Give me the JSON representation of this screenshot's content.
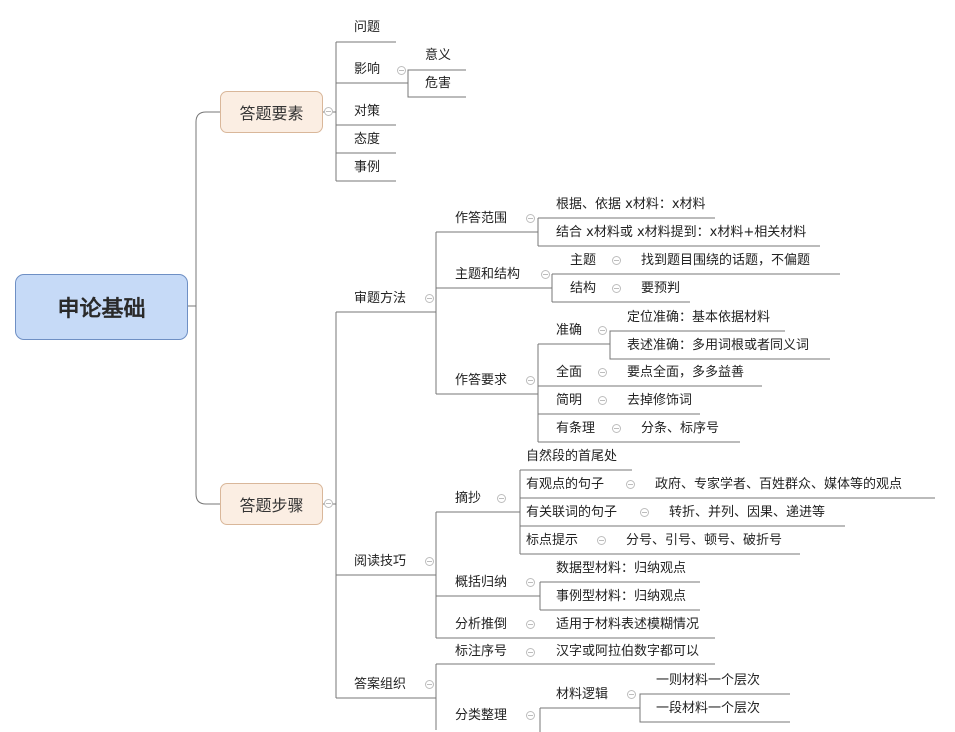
{
  "root": "申论基础",
  "answer_elements": {
    "title": "答题要素",
    "items": [
      "问题",
      "影响",
      "意义",
      "危害",
      "对策",
      "态度",
      "事例"
    ]
  },
  "answer_steps": {
    "title": "答题步骤",
    "review": {
      "title": "审题方法",
      "scope": {
        "title": "作答范围",
        "items": [
          "根据、依据 x材料：x材料",
          "结合 x材料或 x材料提到：x材料+相关材料"
        ]
      },
      "theme": {
        "title": "主题和结构",
        "topic": "主题",
        "topic_desc": "找到题目围绕的话题，不偏题",
        "structure": "结构",
        "structure_desc": "要预判"
      },
      "requirements": {
        "title": "作答要求",
        "accurate": "准确",
        "accurate_1": "定位准确：基本依据材料",
        "accurate_2": "表述准确：多用词根或者同义词",
        "complete": "全面",
        "complete_desc": "要点全面，多多益善",
        "concise": "简明",
        "concise_desc": "去掉修饰词",
        "orderly": "有条理",
        "orderly_desc": "分条、标序号"
      }
    },
    "reading": {
      "title": "阅读技巧",
      "excerpt": {
        "title": "摘抄",
        "item1": "自然段的首尾处",
        "item2": "有观点的句子",
        "item2_desc": "政府、专家学者、百姓群众、媒体等的观点",
        "item3": "有关联词的句子",
        "item3_desc": "转折、并列、因果、递进等",
        "item4": "标点提示",
        "item4_desc": "分号、引号、顿号、破折号"
      },
      "summarize": {
        "title": "概括归纳",
        "item1": "数据型材料：归纳观点",
        "item2": "事例型材料：归纳观点"
      },
      "analyze": {
        "title": "分析推倒",
        "desc": "适用于材料表述模糊情况"
      }
    },
    "organize": {
      "title": "答案组织",
      "numbering": "标注序号",
      "numbering_desc": "汉字或阿拉伯数字都可以",
      "classify": "分类整理",
      "logic": "材料逻辑",
      "logic_1": "一则材料一个层次",
      "logic_2": "一段材料一个层次"
    }
  }
}
